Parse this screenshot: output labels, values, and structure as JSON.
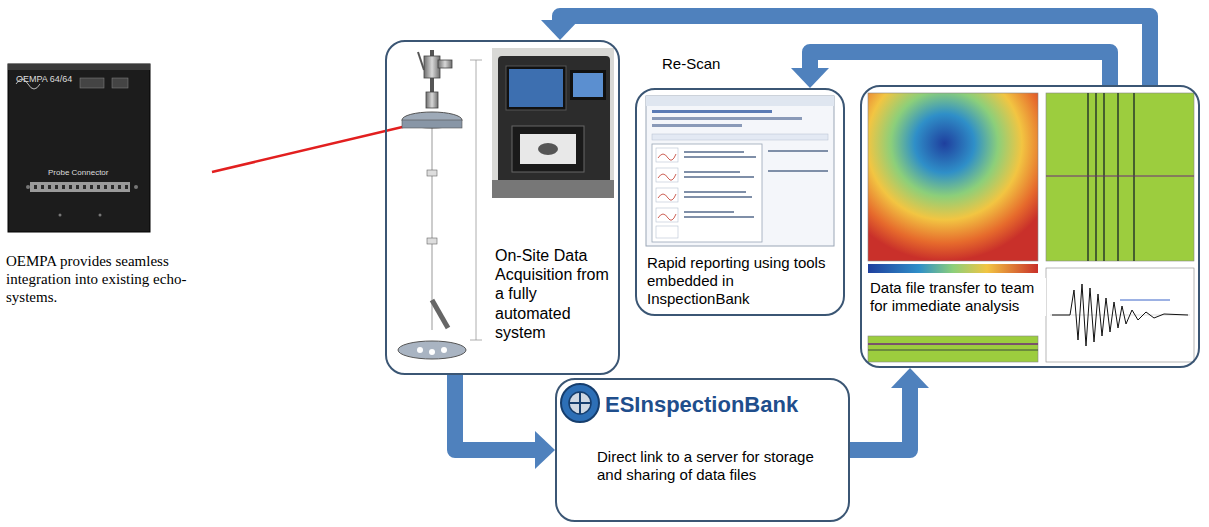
{
  "diagram": {
    "nodes": [
      {
        "text": [
          "On-Site Data Acquisition from a fully automated system"
        ]
      },
      {
        "text": [
          "Rapid reporting using tools embedded in InspectionBank"
        ]
      },
      {
        "text": [
          "Data file transfer to team for immediate analysis"
        ]
      },
      {
        "text": [
          "ESInspectionBank",
          "Direct link to a server for storage and sharing of data files"
        ]
      }
    ],
    "edges": [
      {
        "from": 0,
        "to": 3,
        "arrow": "to"
      },
      {
        "from": 3,
        "to": 2,
        "arrow": "to"
      },
      {
        "from": 2,
        "to": 0,
        "arrow": "to"
      },
      {
        "from": 2,
        "to": 1,
        "arrow": "to",
        "label": "Re-Scan"
      }
    ],
    "labels": [
      "OEMPA 64/64",
      "Probe Connector",
      "OEMPA provides seamless integration into existing echo-systems."
    ]
  }
}
